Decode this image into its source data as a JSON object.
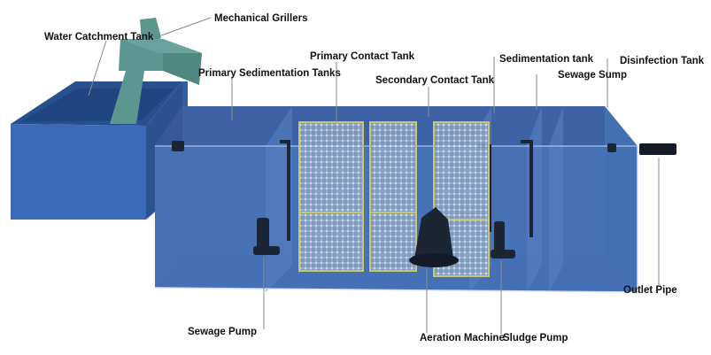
{
  "colors": {
    "tank_front": "#4a74b8",
    "tank_back": "#3d62a6",
    "tank_floor": "#2f55a0",
    "catchment": "#3b6ab8",
    "catchment_dark": "#2c528f",
    "griller": "#5b9690",
    "media_frame": "#c8c66e",
    "equipment": "#1c2533"
  },
  "labels": {
    "water_catchment_tank": "Water Catchment Tank",
    "mechanical_grillers": "Mechanical Grillers",
    "primary_sedimentation_tanks": "Primary Sedimentation Tanks",
    "primary_contact_tank": "Primary Contact Tank",
    "secondary_contact_tank": "Secondary Contact Tank",
    "sedimentation_tank": "Sedimentation tank",
    "sewage_sump": "Sewage Sump",
    "disinfection_tank": "Disinfection Tank",
    "outlet_pipe": "Outlet Pipe",
    "sewage_pump": "Sewage Pump",
    "aeration_machine": "Aeration Machine",
    "sludge_pump": "Sludge Pump"
  }
}
